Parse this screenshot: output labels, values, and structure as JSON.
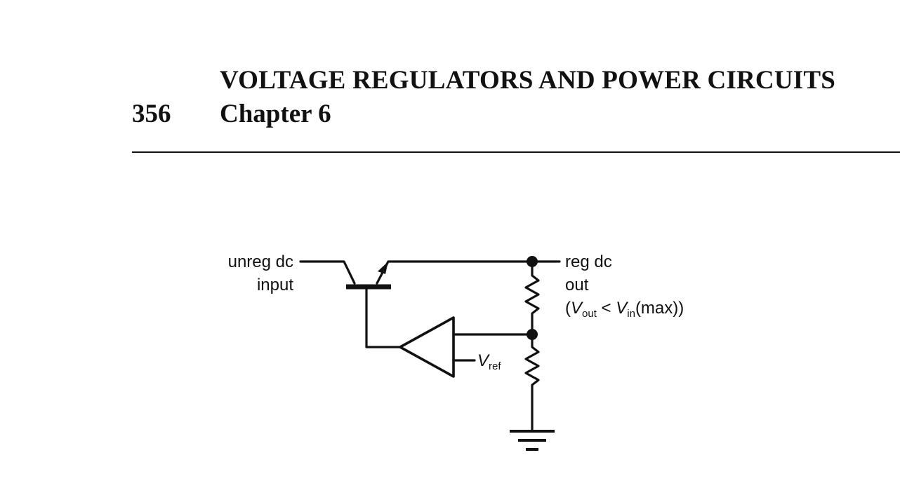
{
  "header": {
    "running_title": "VOLTAGE REGULATORS AND POWER CIRCUITS",
    "page_number": "356",
    "chapter": "Chapter 6"
  },
  "figure": {
    "input_label_line1": "unreg dc",
    "input_label_line2": "input",
    "output_label_line1": "reg dc",
    "output_label_line2": "out",
    "condition": {
      "open": "(",
      "v1": "V",
      "v1_sub": "out",
      "less_than": " < ",
      "v2": "V",
      "v2_sub": "in",
      "tail": "(max))"
    },
    "reference": {
      "symbol": "V",
      "sub": "ref"
    }
  }
}
